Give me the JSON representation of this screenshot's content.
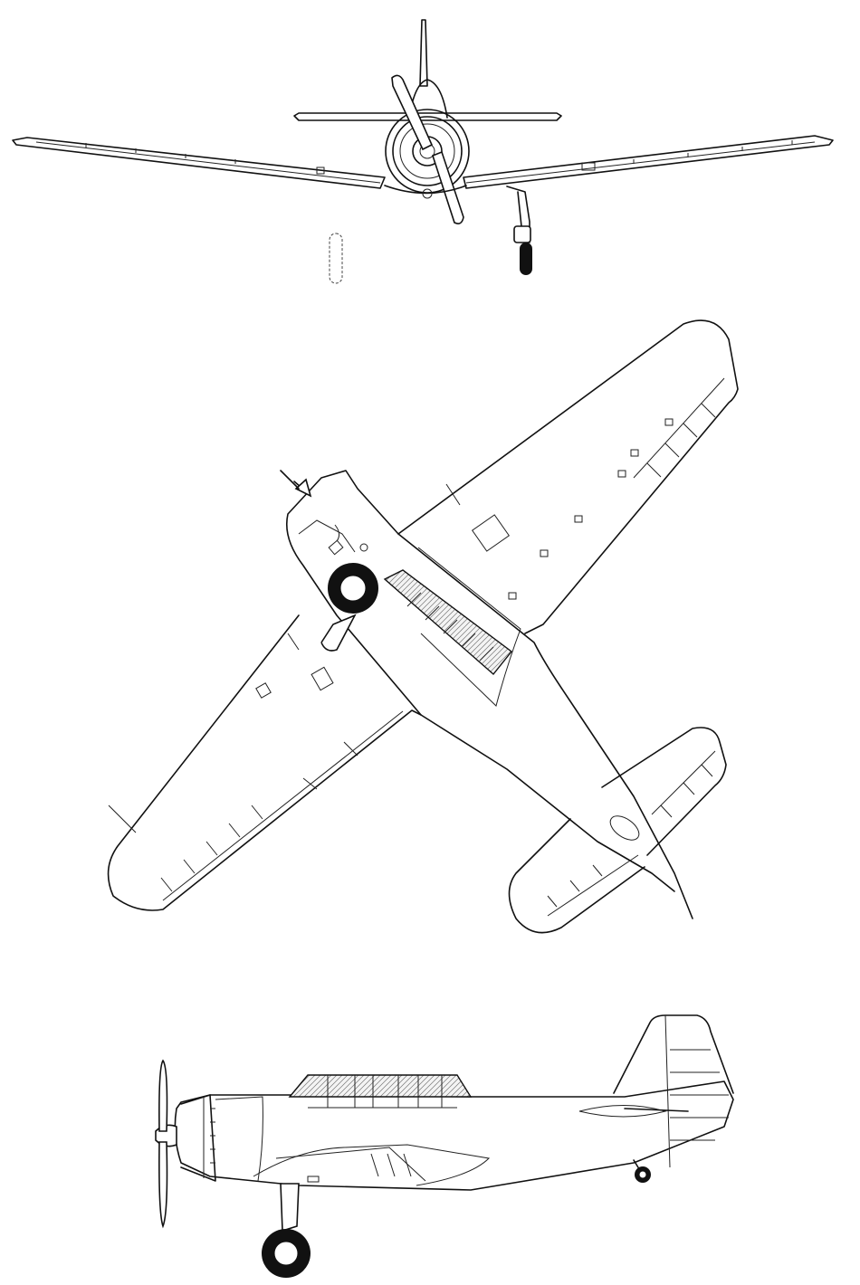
{
  "drawing": {
    "views": [
      "front",
      "top",
      "side"
    ],
    "line_color": "#111111",
    "background": "#ffffff"
  }
}
